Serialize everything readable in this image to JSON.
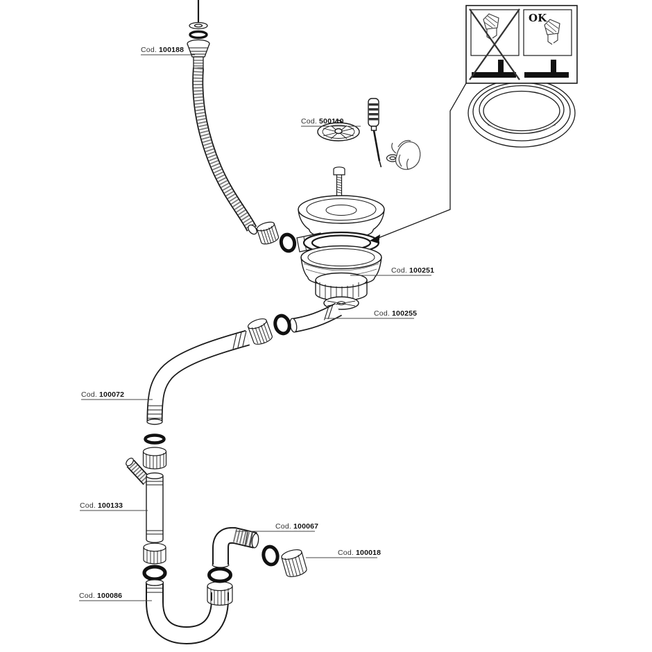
{
  "diagram": {
    "kind": "exploded-parts-diagram",
    "subject": "sink drain and siphon kit"
  },
  "parts": [
    {
      "prefix": "Cod.",
      "code": "100188",
      "name": "overflow-fitting"
    },
    {
      "prefix": "Cod.",
      "code": "500110",
      "name": "strainer-plug"
    },
    {
      "prefix": "Cod.",
      "code": "100251",
      "name": "sink-strainer-body"
    },
    {
      "prefix": "Cod.",
      "code": "100255",
      "name": "tailpiece-bend"
    },
    {
      "prefix": "Cod.",
      "code": "100072",
      "name": "curved-waste-pipe"
    },
    {
      "prefix": "Cod.",
      "code": "100133",
      "name": "straight-pipe"
    },
    {
      "prefix": "Cod.",
      "code": "100067",
      "name": "elbow-pipe"
    },
    {
      "prefix": "Cod.",
      "code": "100018",
      "name": "compression-nut"
    },
    {
      "prefix": "Cod.",
      "code": "100086",
      "name": "u-trap-pipe"
    }
  ],
  "inset": {
    "ok_label": "OK"
  },
  "colors": {
    "line": "#1a1a1a",
    "label": "#333333",
    "solid": "#111111"
  }
}
